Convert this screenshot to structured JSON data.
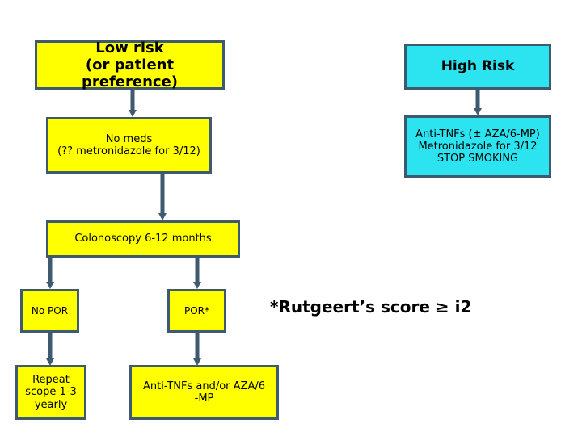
{
  "diagram": {
    "title": "Post-operative Crohn's disease management flowchart",
    "colors": {
      "box_border": "#3D5A70",
      "fill_yellow": "#FFFF00",
      "fill_cyan": "#2CE4F0",
      "arrow": "#3D5A70",
      "text": "#000000"
    },
    "nodes": [
      {
        "id": "low-risk",
        "text": "Low risk\n(or patient preference)"
      },
      {
        "id": "high-risk",
        "text": "High Risk"
      },
      {
        "id": "no-meds",
        "text": "No meds\n(?? metronidazole for 3/12)"
      },
      {
        "id": "anti-tnf-high",
        "text": "Anti-TNFs (± AZA/6-MP)\nMetronidazole for 3/12\nSTOP SMOKING"
      },
      {
        "id": "colonoscopy",
        "text": "Colonoscopy 6-12 months"
      },
      {
        "id": "no-por",
        "text": "No POR"
      },
      {
        "id": "por",
        "text": "POR*"
      },
      {
        "id": "repeat-scope",
        "text": "Repeat\nscope 1-3\nyearly"
      },
      {
        "id": "anti-tnf-aza",
        "text": "Anti-TNFs and/or AZA/6\n-MP"
      }
    ],
    "annotation": "*Rutgeert’s score ≥ i2",
    "connectors": [
      {
        "id": "low-risk-to-no-meds",
        "from": "low-risk",
        "to": "no-meds"
      },
      {
        "id": "high-risk-to-anti-tnf-high",
        "from": "high-risk",
        "to": "anti-tnf-high"
      },
      {
        "id": "no-meds-to-colonoscopy",
        "from": "no-meds",
        "to": "colonoscopy"
      },
      {
        "id": "colonoscopy-to-no-por",
        "from": "colonoscopy",
        "to": "no-por"
      },
      {
        "id": "colonoscopy-to-por",
        "from": "colonoscopy",
        "to": "por"
      },
      {
        "id": "no-por-to-repeat-scope",
        "from": "no-por",
        "to": "repeat-scope"
      },
      {
        "id": "por-to-anti-tnf-aza",
        "from": "por",
        "to": "anti-tnf-aza"
      }
    ]
  }
}
